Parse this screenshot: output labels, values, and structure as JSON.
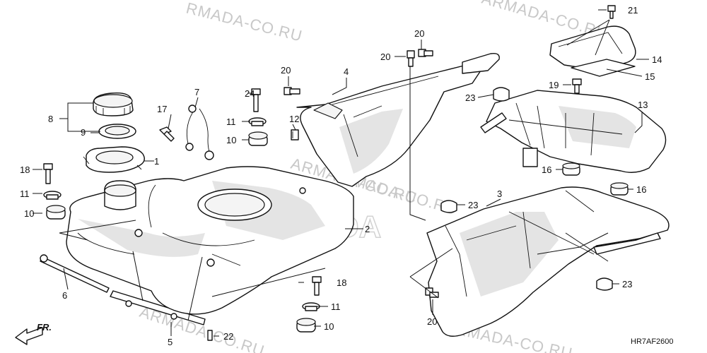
{
  "diagram": {
    "code": "HR7AF2600",
    "direction_label": "FR.",
    "watermarks": [
      "RMADA-CO.RU",
      "ARMADA-CO.RU",
      "ARMADA-CO.RU",
      "RMADA-CO.RU",
      "ARMADA-CO.RU",
      "ARMADA-CO.RU"
    ],
    "center_mark": "HONDA",
    "callouts": [
      "1",
      "2",
      "3",
      "4",
      "5",
      "6",
      "7",
      "8",
      "9",
      "10",
      "10",
      "10",
      "11",
      "11",
      "11",
      "12",
      "13",
      "14",
      "15",
      "16",
      "16",
      "17",
      "18",
      "18",
      "19",
      "20",
      "20",
      "20",
      "20",
      "21",
      "22",
      "23",
      "23",
      "23",
      "24"
    ]
  }
}
